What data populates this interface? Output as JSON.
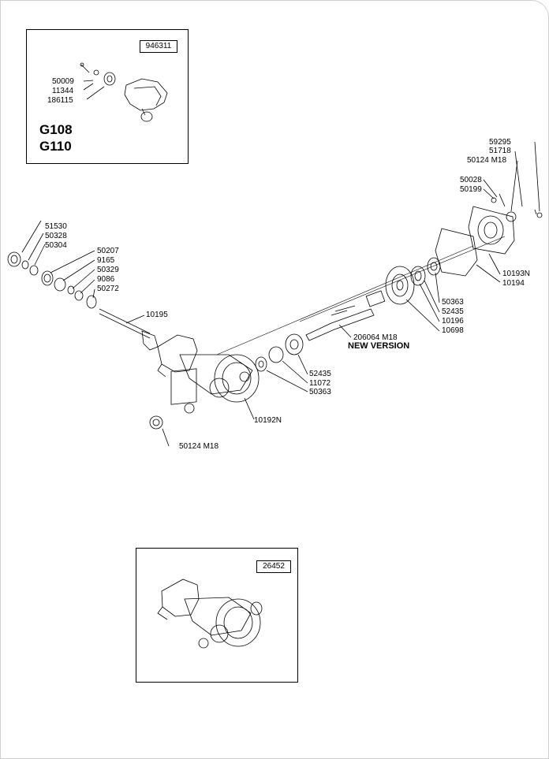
{
  "inset_top": {
    "ref": "946311",
    "models": [
      "G108",
      "G110"
    ],
    "labels": [
      "50009",
      "11344",
      "186115"
    ]
  },
  "inset_bottom": {
    "ref": "26452"
  },
  "parts": {
    "p51530": "51530",
    "p50328": "50328",
    "p50304": "50304",
    "p50207": "50207",
    "p9165": "9165",
    "p50329": "50329",
    "p9086": "9086",
    "p50272": "50272",
    "p10195": "10195",
    "p59295": "59295",
    "p51718": "51718",
    "p50124_top": "50124  M18",
    "p50028": "50028",
    "p50199": "50199",
    "p10193N": "10193N",
    "p10194": "10194",
    "p50363_right": "50363",
    "p52435_right": "52435",
    "p10196": "10196",
    "p10698": "10698",
    "p206064": "206064  M18",
    "new_version": "NEW VERSION",
    "p52435_mid": "52435",
    "p11072": "11072",
    "p50363_mid": "50363",
    "p10192N": "10192N",
    "p50124_bottom": "50124  M18"
  }
}
